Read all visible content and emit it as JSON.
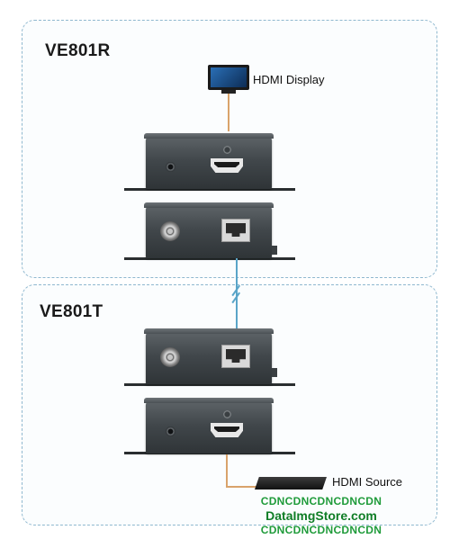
{
  "groups": {
    "receiver": {
      "label": "VE801R"
    },
    "transmitter": {
      "label": "VE801T"
    }
  },
  "labels": {
    "display": "HDMI Display",
    "source": "HDMI Source"
  },
  "watermark": {
    "line1": "CDNCDNCDNCDNCDN",
    "line2": "DataImgStore.com",
    "line3": "CDNCDNCDNCDNCDN"
  },
  "colors": {
    "box_border": "#8fb8cf",
    "hdmi_cable": "#d9a36b",
    "cat_cable": "#5aa5c8",
    "watermark": "#1f9b3a"
  }
}
